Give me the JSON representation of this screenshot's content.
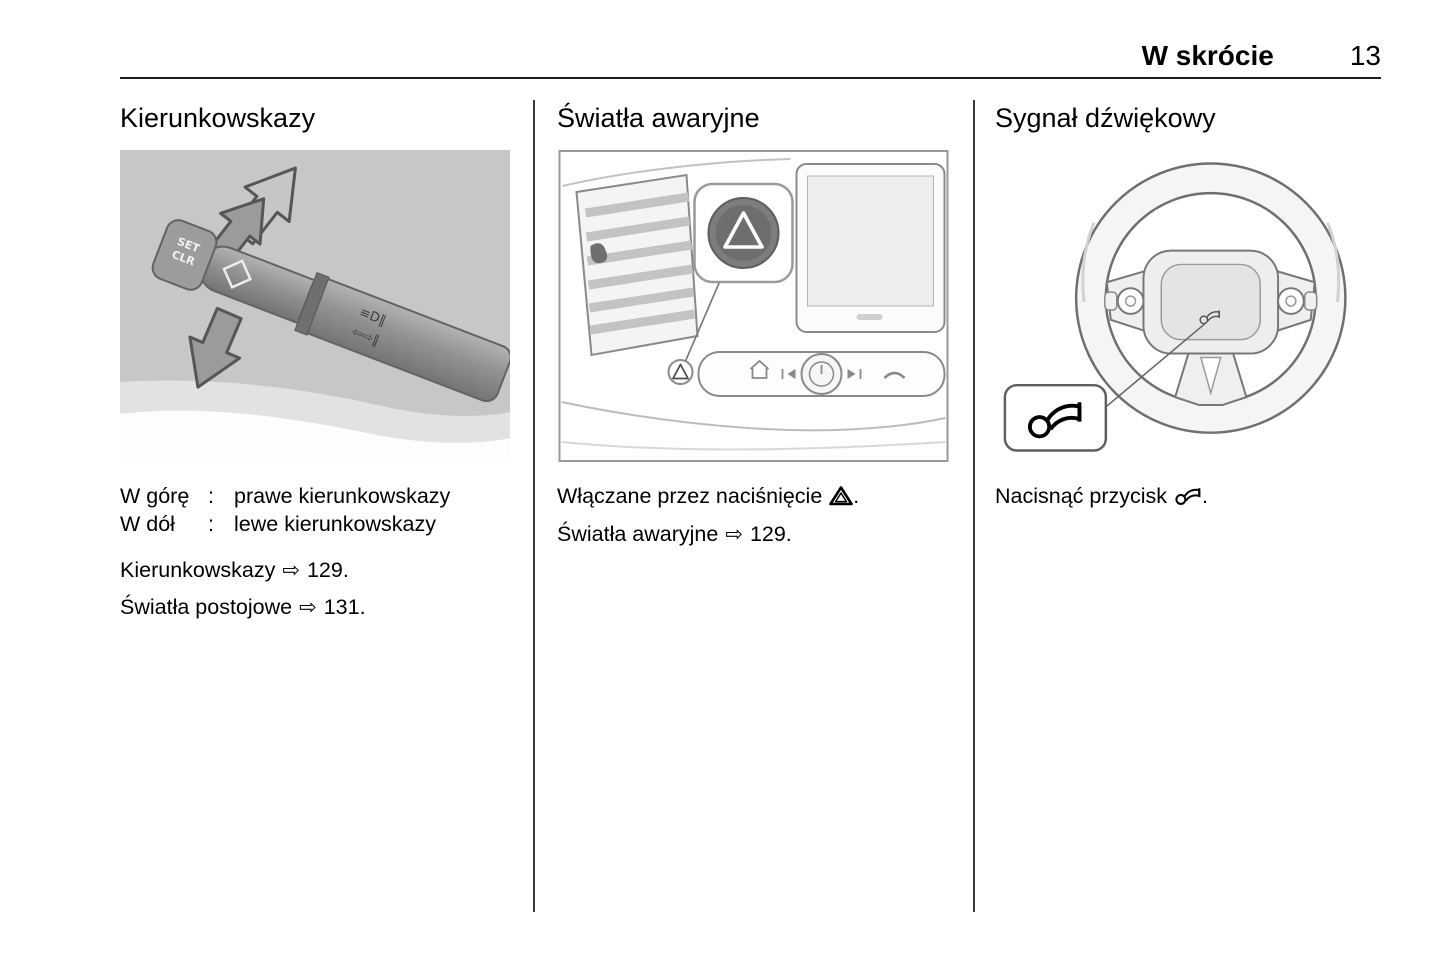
{
  "header": {
    "section_title": "W skrócie",
    "page_number": "13"
  },
  "col1": {
    "heading": "Kierunkowskazy",
    "stalk": {
      "set_label": "SET",
      "clr_label": "CLR",
      "flash_glyph": "≡D‖",
      "lane_glyph": "⇦⇨‖"
    },
    "definitions": [
      {
        "term": "W górę",
        "colon": ":",
        "desc": "prawe kierunkowskazy"
      },
      {
        "term": "W dół",
        "colon": ":",
        "desc": "lewe kierunkowskazy"
      }
    ],
    "refs": [
      {
        "label": "Kierunkowskazy",
        "arrow": "⇨",
        "page": "129."
      },
      {
        "label": "Światła postojowe",
        "arrow": "⇨",
        "page": "131."
      }
    ]
  },
  "col2": {
    "heading": "Światła awaryjne",
    "line1": {
      "pre": "Włączane przez naciśnięcie",
      "icon": "hazard-warning-icon",
      "post": "."
    },
    "ref": {
      "label": "Światła awaryjne",
      "arrow": "⇨",
      "page": "129."
    }
  },
  "col3": {
    "heading": "Sygnał dźwiękowy",
    "line1": {
      "pre": "Nacisnąć przycisk",
      "icon": "horn-icon",
      "post": "."
    }
  },
  "icons": {
    "ref_arrow": "⇨",
    "hazard": "triangle-outline",
    "horn": "trumpet-outline"
  },
  "colors": {
    "illustration_bg": "#c7c7c7",
    "line": "#1c1c1c",
    "mid_gray": "#8a8a8a"
  }
}
